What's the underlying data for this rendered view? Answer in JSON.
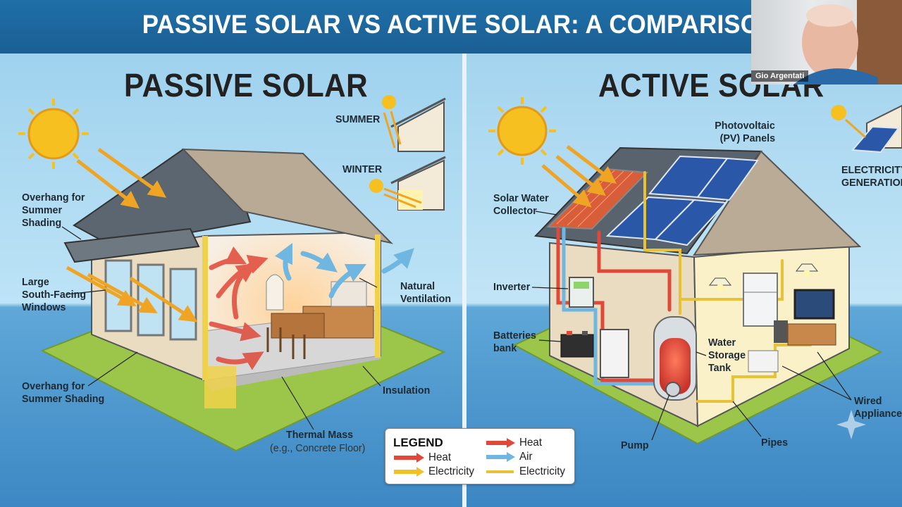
{
  "title": "PASSIVE SOLAR VS ACTIVE SOLAR: A COMPARISON",
  "passive": {
    "heading": "PASSIVE SOLAR",
    "labels": {
      "summer": "SUMMER",
      "winter": "WINTER",
      "overhang_top": [
        "Overhang for",
        "Summer",
        "Shading"
      ],
      "windows": [
        "Large",
        "South-Facing",
        "Windows"
      ],
      "overhang_bottom": [
        "Overhang for",
        "Summer Shading"
      ],
      "ventilation": [
        "Natural",
        "Ventilation"
      ],
      "insulation": "Insulation",
      "thermal_mass": "Thermal Mass",
      "thermal_mass_sub": "(e.g., Concrete Floor)"
    }
  },
  "active": {
    "heading": "ACTIVE SOLAR",
    "labels": {
      "pv_panels": [
        "Photovoltaic",
        "(PV) Panels"
      ],
      "collector": [
        "Solar Water",
        "Collector"
      ],
      "electricity_generation": [
        "ELECTRICITY",
        "GENERATION"
      ],
      "inverter": "Inverter",
      "batteries": [
        "Batteries",
        "bank"
      ],
      "storage_tank": [
        "Water",
        "Storage",
        "Tank"
      ],
      "wired": [
        "Wired",
        "Appliances"
      ],
      "pump": "Pump",
      "pipes": "Pipes"
    }
  },
  "legend": {
    "title": "LEGEND",
    "items": [
      "Heat",
      "Electricity",
      "Heat",
      "Air",
      "Electricity"
    ]
  },
  "video": {
    "name": "Gio Argentati"
  },
  "colors": {
    "banner": "#1f6fa8",
    "heat": "#e0483a",
    "electricity": "#f3c126",
    "air": "#6fb6e0",
    "lawn": "#9cc64a"
  }
}
